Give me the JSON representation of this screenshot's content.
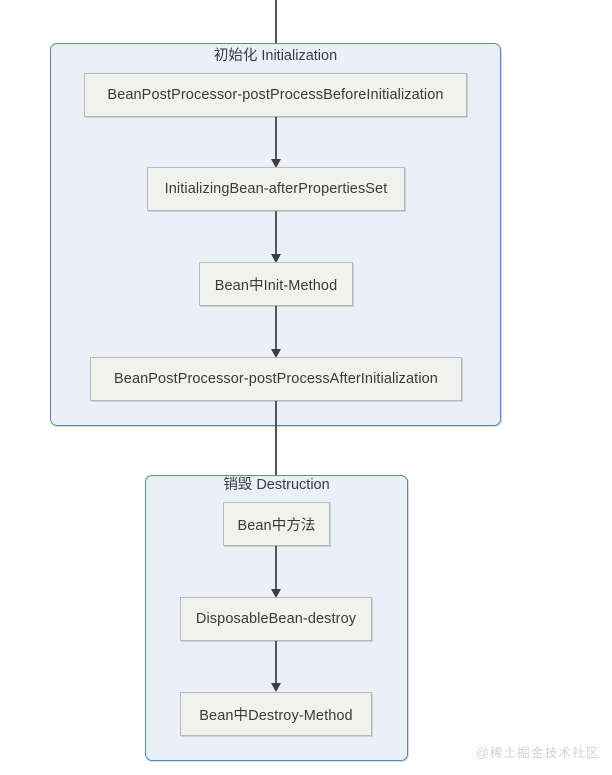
{
  "diagram": {
    "type": "flowchart",
    "background_color": "#ffffff",
    "phase_fill_color": "#e9f0fa",
    "phase_border_color": "#5b86b8",
    "node_fill_color": "#f1f1ed",
    "node_border_color": "#b8b8b8",
    "connector_color": "#555555",
    "phases": [
      {
        "id": "initialization",
        "title": "初始化 Initialization",
        "nodes": [
          {
            "id": "bpp-before",
            "label": "BeanPostProcessor-postProcessBeforeInitialization"
          },
          {
            "id": "initializing-bean",
            "label": "InitializingBean-afterPropertiesSet"
          },
          {
            "id": "bean-init-method",
            "label": "Bean中Init-Method"
          },
          {
            "id": "bpp-after",
            "label": "BeanPostProcessor-postProcessAfterInitialization"
          }
        ]
      },
      {
        "id": "destruction",
        "title": "销毁 Destruction",
        "nodes": [
          {
            "id": "bean-method",
            "label": "Bean中方法"
          },
          {
            "id": "disposable-bean",
            "label": "DisposableBean-destroy"
          },
          {
            "id": "bean-destroy-method",
            "label": "Bean中Destroy-Method"
          }
        ]
      }
    ]
  },
  "watermark": {
    "text": "@稀土掘金技术社区"
  }
}
